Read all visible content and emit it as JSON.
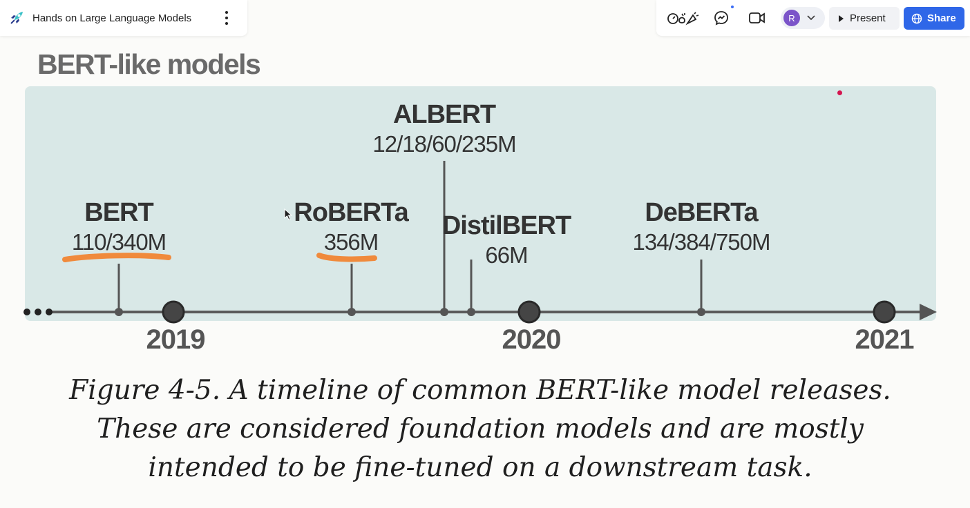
{
  "document": {
    "title": "Hands on Large Language Models",
    "logo_icon": "rocket-logo-icon",
    "more_icon": "vertical-ellipsis-icon"
  },
  "toolbar": {
    "icons": [
      "reactions-icon",
      "chat-bubble-icon",
      "video-camera-icon"
    ],
    "avatar_initial": "R",
    "avatar_color": "#7b54c9",
    "present_label": "Present",
    "share_label": "Share",
    "share_color": "#2f67e8"
  },
  "slide": {
    "heading": "BERT-like models",
    "panel_color": "#d9e8e7",
    "highlight_color": "#f08a3c",
    "models": [
      {
        "name": "BERT",
        "params": "110/340M",
        "underlined": true
      },
      {
        "name": "RoBERTa",
        "params": "356M",
        "underlined": true
      },
      {
        "name": "ALBERT",
        "params": "12/18/60/235M",
        "underlined": false
      },
      {
        "name": "DistilBERT",
        "params": "66M",
        "underlined": false
      },
      {
        "name": "DeBERTa",
        "params": "134/384/750M",
        "underlined": false
      }
    ],
    "years": [
      "2019",
      "2020",
      "2021"
    ],
    "caption_lines": [
      "Figure 4-5. A timeline of common BERT-like model releases.",
      "These are considered foundation models and are mostly",
      "intended to be fine-tuned on a downstream task."
    ]
  }
}
